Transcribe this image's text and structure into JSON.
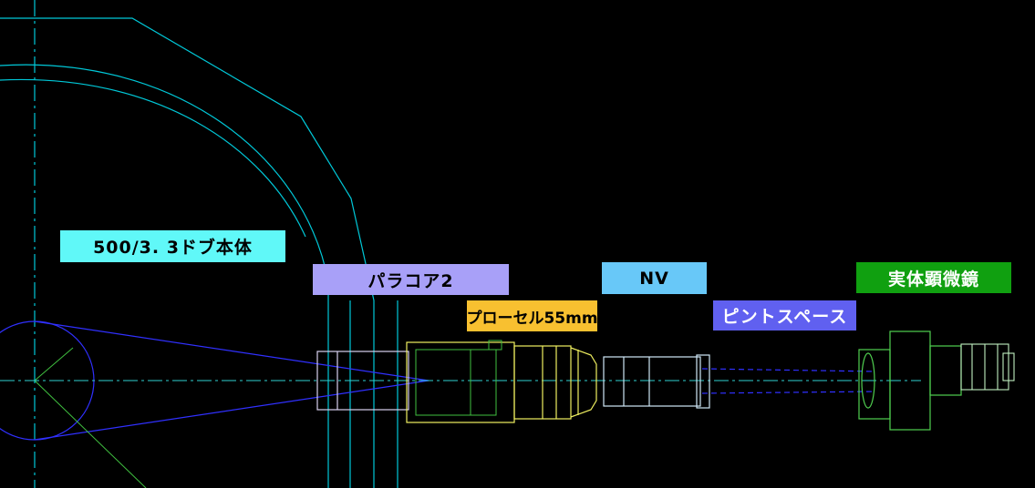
{
  "labels": {
    "dob_body": "500/3. 3ドブ本体",
    "paracore": "パラコア2",
    "procell": "プローセル55mm",
    "nv": "NV",
    "focus_spacer": "ピントスペース",
    "stereo_microscope": "実体顕微鏡"
  },
  "colors": {
    "background": "#000000",
    "telescope_structure": "#00c8d8",
    "light_path": "#3030ff",
    "optical_axis": "#30d0d0",
    "paracore_outline": "#d8d0f0",
    "procell_outline": "#f0f060",
    "procell_inner": "#40c040",
    "nv_outline": "#d0e8f8",
    "microscope_outline": "#50d050",
    "microscope_eyepiece": "#c0f0c0",
    "support_line": "#40c040",
    "dob_body_tag": "#60f8f8",
    "paracore_tag": "#a8a0f8",
    "procell_tag": "#f8c030",
    "nv_tag": "#68c8f8",
    "focus_spacer_tag": "#6060f0",
    "stereo_microscope_tag": "#10a010",
    "tag_text_dark": "#000000",
    "tag_text_light": "#ffffff"
  }
}
